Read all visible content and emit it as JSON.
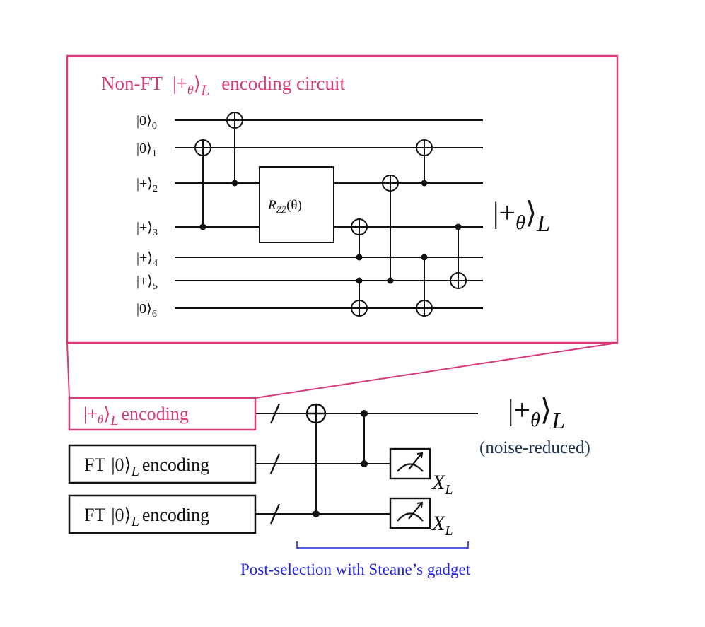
{
  "colors": {
    "pink": "#d63a7a",
    "black": "#111111",
    "navy": "#1f3553",
    "blue": "#2323e0"
  },
  "inset": {
    "title_prefix": "Non-FT",
    "title_ket": "|+",
    "title_theta": "θ",
    "title_rangle": "⟩",
    "title_L": "L",
    "title_suffix": "encoding circuit",
    "qubits": [
      {
        "ket": "|0⟩",
        "index": "0"
      },
      {
        "ket": "|0⟩",
        "index": "1"
      },
      {
        "ket": "|+⟩",
        "index": "2"
      },
      {
        "ket": "|+⟩",
        "index": "3"
      },
      {
        "ket": "|+⟩",
        "index": "4"
      },
      {
        "ket": "|+⟩",
        "index": "5"
      },
      {
        "ket": "|0⟩",
        "index": "6"
      }
    ],
    "rzz_label": "R",
    "rzz_sub": "ZZ",
    "rzz_arg": "(θ)",
    "cnots": [
      {
        "control": 3,
        "target": 1
      },
      {
        "control": 2,
        "target": 0
      },
      {
        "control": 4,
        "target": 3
      },
      {
        "control": 5,
        "target": 6
      },
      {
        "control": 5,
        "target": 2
      },
      {
        "control": 2,
        "target": 1
      },
      {
        "control": 4,
        "target": 6
      },
      {
        "control": 3,
        "target": 5
      }
    ],
    "output_ket": "|+",
    "output_theta": "θ",
    "output_rangle": "⟩",
    "output_L": "L"
  },
  "main": {
    "box1": {
      "ket": "|+",
      "theta": "θ",
      "rangle": "⟩",
      "L": "L",
      "text": "encoding"
    },
    "box2": {
      "prefix": "FT",
      "ket": "|0⟩",
      "L": "L",
      "text": "encoding"
    },
    "box3": {
      "prefix": "FT",
      "ket": "|0⟩",
      "L": "L",
      "text": "encoding"
    },
    "measure_label": "X",
    "measure_sub": "L",
    "output_ket": "|+",
    "output_theta": "θ",
    "output_rangle": "⟩",
    "output_L": "L",
    "output_note": "(noise-reduced)",
    "gadget_label": "Post-selection with Steane’s gadget"
  }
}
